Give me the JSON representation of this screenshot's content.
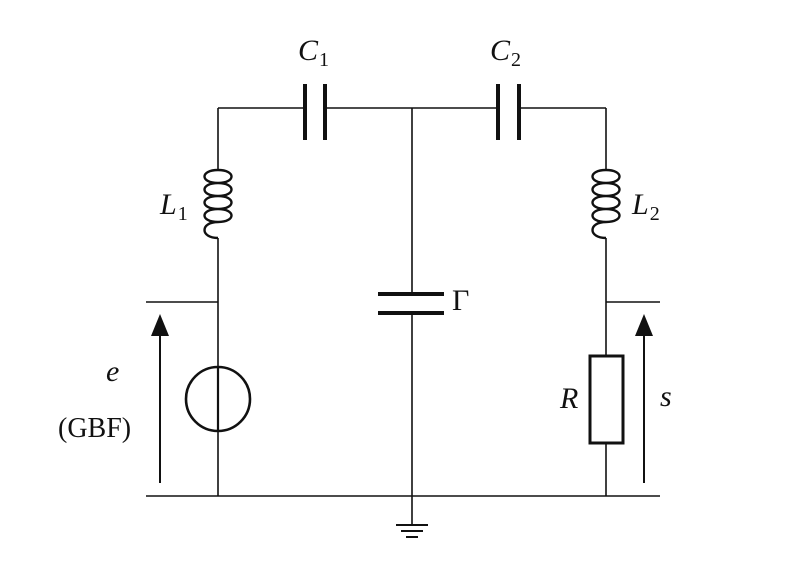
{
  "labels": {
    "c1_letter": "C",
    "c1_sub": "1",
    "c2_letter": "C",
    "c2_sub": "2",
    "l1_letter": "L",
    "l1_sub": "1",
    "l2_letter": "L",
    "l2_sub": "2",
    "gamma": "Γ",
    "e": "e",
    "gbf": "(GBF)",
    "r": "R",
    "s": "s"
  }
}
